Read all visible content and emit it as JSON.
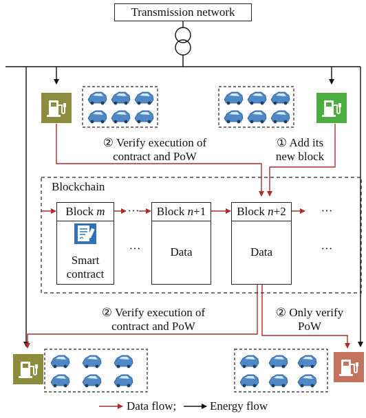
{
  "top": {
    "title": "Transmission network"
  },
  "data_labels": {
    "top_left_line1": "② Verify execution of",
    "top_left_line2": "contract and PoW",
    "top_right_line1": "① Add its",
    "top_right_line2": "new block",
    "bottom_left_line1": "② Verify execution of",
    "bottom_left_line2": "contract and PoW",
    "bottom_right_line1": "② Only verify",
    "bottom_right_line2": "PoW"
  },
  "blockchain": {
    "label": "Blockchain",
    "ellipsis": "···",
    "blocks": [
      {
        "head_word": "Block",
        "head_var": "m",
        "head_suffix": "",
        "body": "Smart contract"
      },
      {
        "head_word": "Block",
        "head_var": "n",
        "head_suffix": "+1",
        "body": "Data"
      },
      {
        "head_word": "Block",
        "head_var": "n",
        "head_suffix": "+2",
        "body": "Data"
      }
    ],
    "smart_contract_line1": "Smart",
    "smart_contract_line2": "contract"
  },
  "legend": {
    "data_flow": "Data flow;",
    "energy_flow": "Energy flow"
  },
  "colors": {
    "data_flow": "#b22a2a",
    "energy_flow": "#111111",
    "station_top_left": "#8d8b3c",
    "station_top_right": "#4cae3f",
    "station_bottom_left": "#8d8b3c",
    "station_bottom_right": "#c4735f",
    "car": "#4f88c6"
  },
  "icons": {
    "station": "charging-station-icon",
    "car": "electric-car-icon",
    "contract": "smart-contract-icon",
    "transformer": "transformer-icon"
  }
}
